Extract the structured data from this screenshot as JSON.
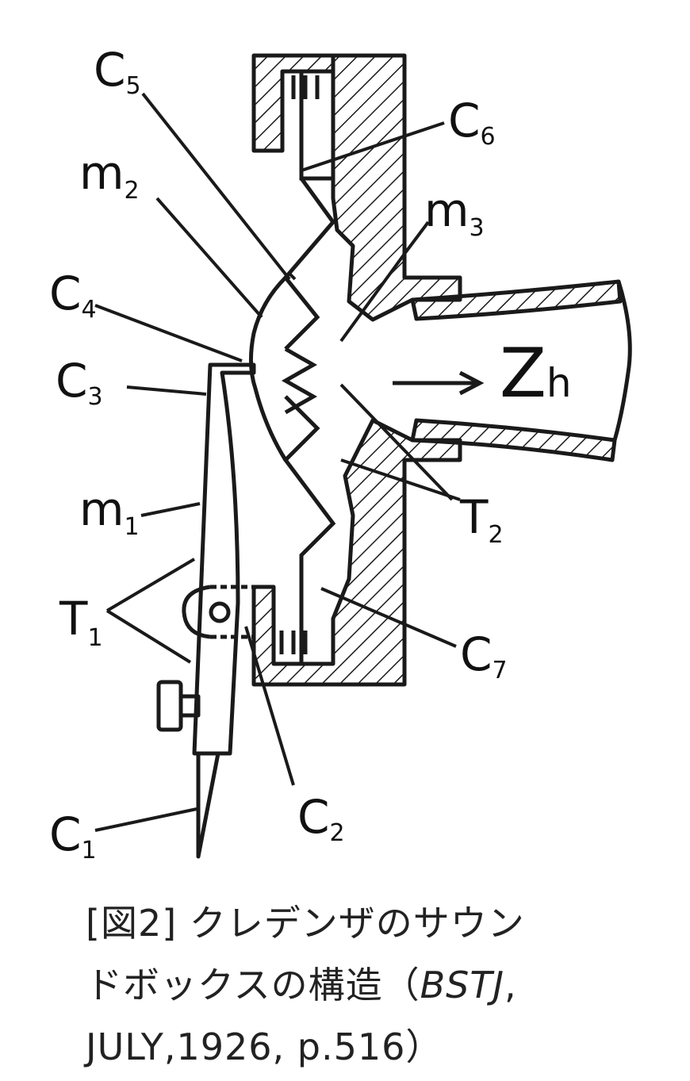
{
  "labels": {
    "c5": {
      "main": "C",
      "sub": "5"
    },
    "c6": {
      "main": "C",
      "sub": "6"
    },
    "m2": {
      "main": "m",
      "sub": "2"
    },
    "m3": {
      "main": "m",
      "sub": "3"
    },
    "c4": {
      "main": "C",
      "sub": "4"
    },
    "c3": {
      "main": "C",
      "sub": "3"
    },
    "zh": {
      "main": "Z",
      "sub": "h"
    },
    "m1": {
      "main": "m",
      "sub": "1"
    },
    "t2": {
      "main": "T",
      "sub": "2"
    },
    "t1": {
      "main": "T",
      "sub": "1"
    },
    "c7": {
      "main": "C",
      "sub": "7"
    },
    "c1": {
      "main": "C",
      "sub": "1"
    },
    "c2": {
      "main": "C",
      "sub": "2"
    }
  },
  "caption": {
    "line1": "[図2] クレデンザのサウン",
    "line2a": "ドボックスの構造（",
    "line2b": "BSTJ",
    "line2c": ",",
    "line3": "JULY,1926,  p.516）"
  },
  "colors": {
    "ink": "#1a1a1a",
    "background": "#ffffff"
  }
}
